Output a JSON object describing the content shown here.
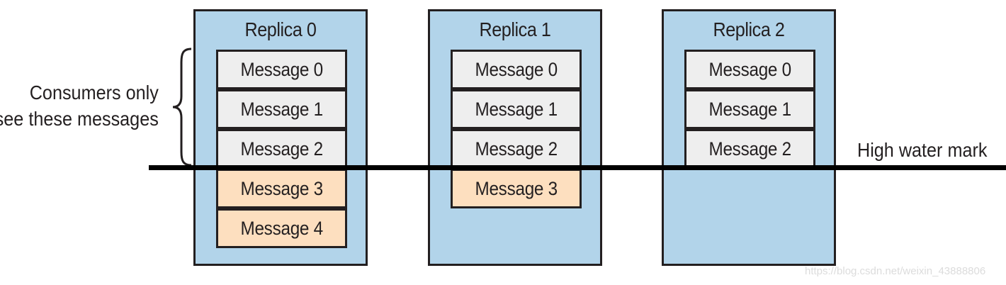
{
  "replicas": [
    {
      "title": "Replica 0",
      "messages": [
        {
          "label": "Message 0",
          "state": "committed"
        },
        {
          "label": "Message 1",
          "state": "committed"
        },
        {
          "label": "Message 2",
          "state": "committed"
        },
        {
          "label": "Message 3",
          "state": "uncommitted"
        },
        {
          "label": "Message 4",
          "state": "uncommitted"
        }
      ]
    },
    {
      "title": "Replica 1",
      "messages": [
        {
          "label": "Message 0",
          "state": "committed"
        },
        {
          "label": "Message 1",
          "state": "committed"
        },
        {
          "label": "Message 2",
          "state": "committed"
        },
        {
          "label": "Message 3",
          "state": "uncommitted"
        }
      ]
    },
    {
      "title": "Replica 2",
      "messages": [
        {
          "label": "Message 0",
          "state": "committed"
        },
        {
          "label": "Message 1",
          "state": "committed"
        },
        {
          "label": "Message 2",
          "state": "committed"
        }
      ]
    }
  ],
  "consumers_note": {
    "line1": "Consumers only",
    "line2": "see these messages"
  },
  "high_water_mark_label": "High water mark",
  "watermark_text": "https://blog.csdn.net/weixin_43888806",
  "colors": {
    "replica_fill": "#b2d4ea",
    "committed_fill": "#eeeeee",
    "uncommitted_fill": "#fddfbf",
    "outline": "#231f20"
  }
}
